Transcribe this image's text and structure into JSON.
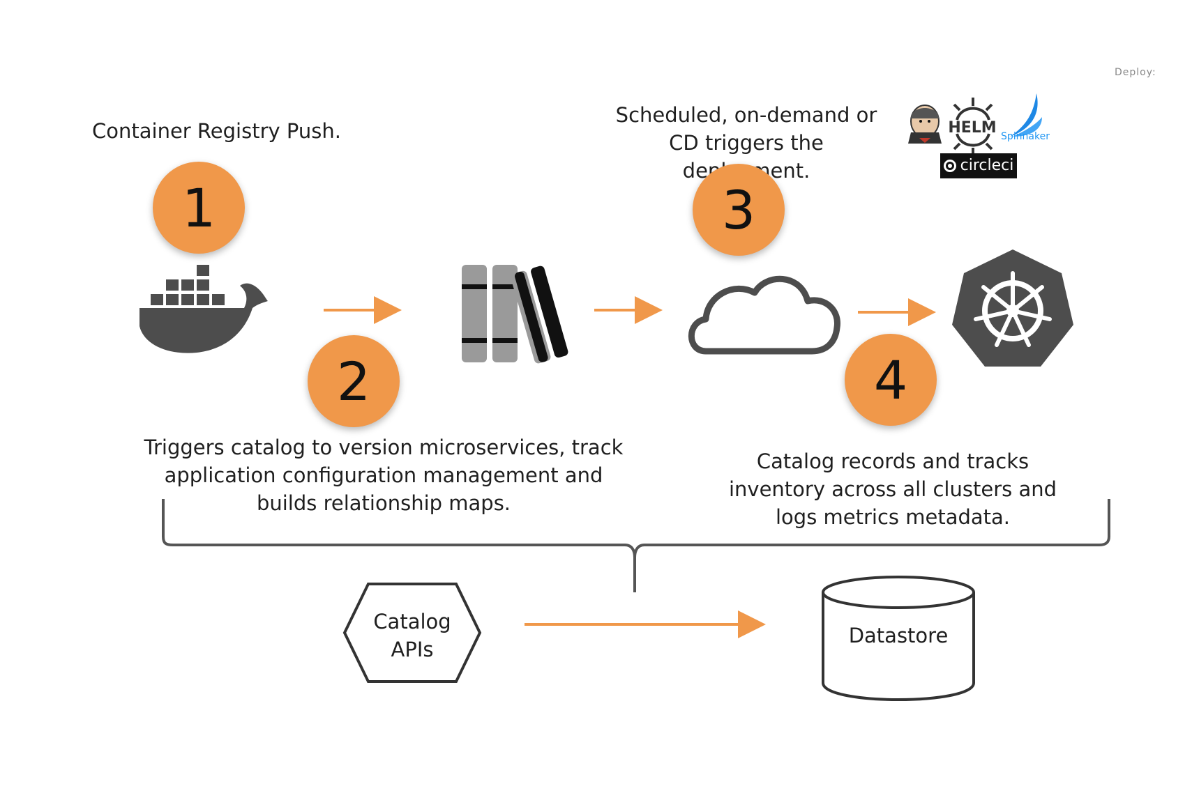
{
  "steps": [
    {
      "number": "1",
      "label_lines": [
        "Container Registry Push."
      ]
    },
    {
      "number": "2",
      "label_lines": [
        "Triggers catalog to version microservices, track",
        "application configuration management and",
        "builds relationship maps."
      ]
    },
    {
      "number": "3",
      "label_lines": [
        "Scheduled, on-demand or",
        "CD triggers the deployment."
      ]
    },
    {
      "number": "4",
      "label_lines": [
        "Catalog records and tracks",
        "inventory across all clusters and",
        "logs metrics metadata."
      ]
    }
  ],
  "logos": {
    "helm": "HELM",
    "spinnaker": "Spinnaker",
    "circleci": "circleci"
  },
  "nodes": {
    "catalog_apis": [
      "Catalog",
      "APIs"
    ],
    "datastore": "Datastore"
  },
  "corner_fragment": "Deploy:",
  "colors": {
    "accent_orange": "#f0984a",
    "arrow_orange": "#f0984a",
    "icon_gray": "#4d4d4d",
    "line_gray": "#555555"
  },
  "icons": [
    "docker-whale-icon",
    "books-icon",
    "cloud-icon",
    "kubernetes-helm-icon",
    "jenkins-icon",
    "helm-icon",
    "spinnaker-icon",
    "circleci-icon"
  ]
}
